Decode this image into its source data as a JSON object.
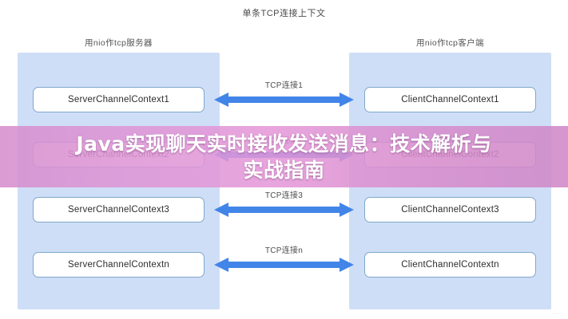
{
  "diagram": {
    "title": "单条TCP连接上下文",
    "panels": [
      {
        "key": "server",
        "title": "用nio作tcp服务器"
      },
      {
        "key": "client",
        "title": "用nio作tcp客户端"
      }
    ],
    "rows": [
      {
        "server": "ServerChannelContext1",
        "client": "ClientChannelContext1",
        "arrow": "TCP连接1"
      },
      {
        "server": "ServerChannelContext2",
        "client": "ClientChannelContext2",
        "arrow": "TCP连接2"
      },
      {
        "server": "ServerChannelContext3",
        "client": "ClientChannelContext3",
        "arrow": "TCP连接3"
      },
      {
        "server": "ServerChannelContextn",
        "client": "ClientChannelContextn",
        "arrow": "TCP连接n"
      }
    ],
    "colors": {
      "panel_fill": "#cfdef7",
      "node_border": "#7fa8c9",
      "node_fill": "#ffffff",
      "arrow": "#4285e8",
      "title_text": "#4a4a4a"
    }
  },
  "overlay": {
    "line1": "Java实现聊天实时接收发送消息：技术解析与",
    "line2": "实战指南",
    "band_color": "#d88ece",
    "text_color": "#ffffff"
  },
  "watermark": {
    "text": "····"
  }
}
